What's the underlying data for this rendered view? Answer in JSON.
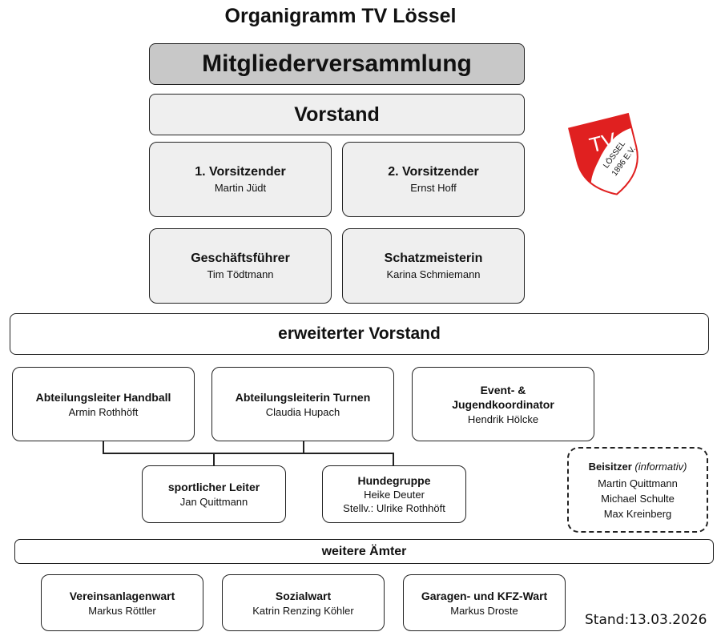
{
  "title": "Organigramm TV Lössel",
  "mitgliederversammlung": "Mitgliederversammlung",
  "vorstand": {
    "label": "Vorstand",
    "members": [
      {
        "role": "1. Vorsitzender",
        "name": "Martin Jüdt"
      },
      {
        "role": "2. Vorsitzender",
        "name": "Ernst Hoff"
      },
      {
        "role": "Geschäftsführer",
        "name": "Tim Tödtmann"
      },
      {
        "role": "Schatzmeisterin",
        "name": "Karina Schmiemann"
      }
    ]
  },
  "logo": {
    "text_top": "TV",
    "text_bottom_1": "LÖSSEL",
    "text_bottom_2": "1896 E.V.",
    "color": "#e02020"
  },
  "erweiterter_vorstand": {
    "label": "erweiterter Vorstand",
    "members": [
      {
        "role": "Abteilungsleiter Handball",
        "name": "Armin Rothhöft"
      },
      {
        "role": "Abteilungsleiterin Turnen",
        "name": "Claudia Hupach"
      },
      {
        "role_line1": "Event- &",
        "role_line2": "Jugendkoordinator",
        "name": "Hendrik Hölcke"
      }
    ],
    "sub": [
      {
        "role": "sportlicher Leiter",
        "name": "Jan Quittmann"
      },
      {
        "role": "Hundegruppe",
        "name": "Heike Deuter",
        "deputy": "Stellv.: Ulrike Rothhöft"
      }
    ]
  },
  "beisitzer": {
    "label": "Beisitzer",
    "note": "(informativ)",
    "names": [
      "Martin Quittmann",
      "Michael Schulte",
      "Max Kreinberg"
    ]
  },
  "weitere_aemter": {
    "label": "weitere Ämter",
    "members": [
      {
        "role": "Vereinsanlagenwart",
        "name": "Markus Röttler"
      },
      {
        "role": "Sozialwart",
        "name": "Katrin Renzing Köhler"
      },
      {
        "role": "Garagen- und KFZ-Wart",
        "name": "Markus Droste"
      }
    ]
  },
  "stand": "Stand:13.03.2026"
}
